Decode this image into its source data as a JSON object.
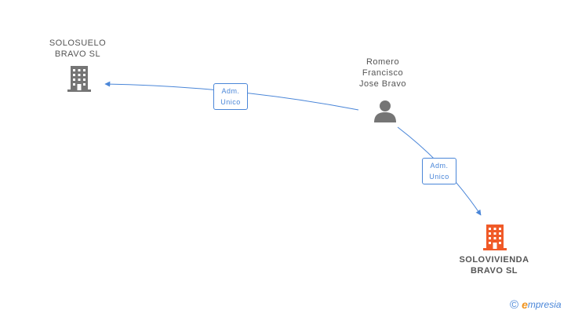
{
  "nodes": {
    "solosuelo": {
      "lines": [
        "SOLOSUELO",
        "BRAVO SL"
      ],
      "icon": "building-icon",
      "color": "#757575"
    },
    "romero": {
      "lines": [
        "Romero",
        "Francisco",
        "Jose Bravo"
      ],
      "icon": "person-icon",
      "color": "#757575"
    },
    "solovivienda": {
      "lines": [
        "SOLOVIVIENDA",
        "BRAVO SL"
      ],
      "icon": "building-icon",
      "color": "#f05a28"
    }
  },
  "edges": [
    {
      "from": "romero",
      "to": "solosuelo",
      "label": [
        "Adm.",
        "Unico"
      ]
    },
    {
      "from": "romero",
      "to": "solovivienda",
      "label": [
        "Adm.",
        "Unico"
      ]
    }
  ],
  "colors": {
    "edge": "#4a86d8",
    "accent": "#f05a28",
    "brand_e": "#f0941f"
  },
  "brand": {
    "copyright": "©",
    "e": "e",
    "rest": "mpresia"
  }
}
